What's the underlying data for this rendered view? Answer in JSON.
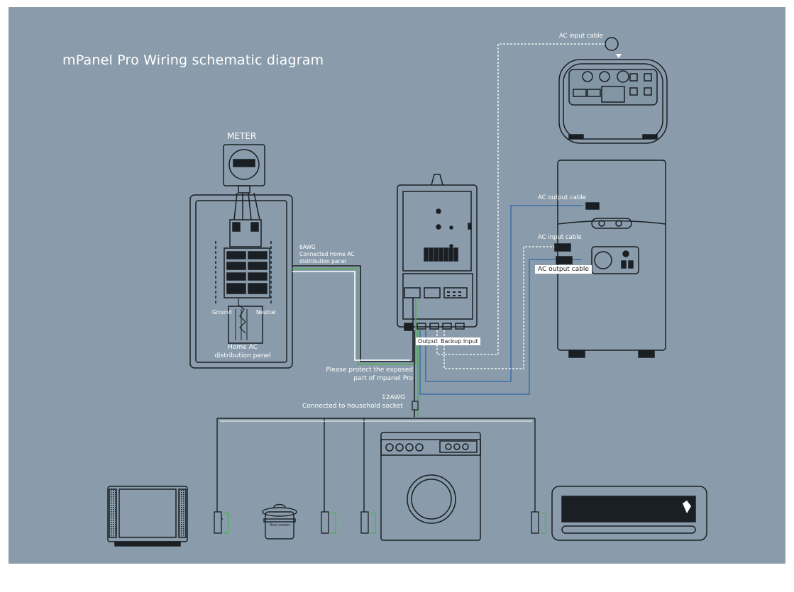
{
  "diagram": {
    "title": "mPanel Pro Wiring schematic diagram",
    "labels": {
      "meter": "METER",
      "home_panel": "Home AC distribution panel",
      "ground": "Ground",
      "neutral": "Neutral",
      "awg6": "6AWG",
      "connected_home_panel": "Connected Home AC distribution panel",
      "protect_note": "Please protect the exposed part of mpanel Pro",
      "awg12": "12AWG",
      "connected_socket": "Connected to household socket",
      "output": "Output",
      "backup_input": "Backup Input",
      "ac_input_cable_top": "AC input cable",
      "ac_output_cable_1": "AC output cable",
      "ac_input_cable_2": "AC input cable",
      "ac_output_cable_2": "AC output cable",
      "rice_cooker": "Rice cooker"
    },
    "colors": {
      "background": "#8a9cab",
      "line": "#1a1f24",
      "wire_white": "#ffffff",
      "wire_blue": "#3f6fa8",
      "wire_green": "#4caf50",
      "device_fill": "#8a9cab"
    }
  }
}
